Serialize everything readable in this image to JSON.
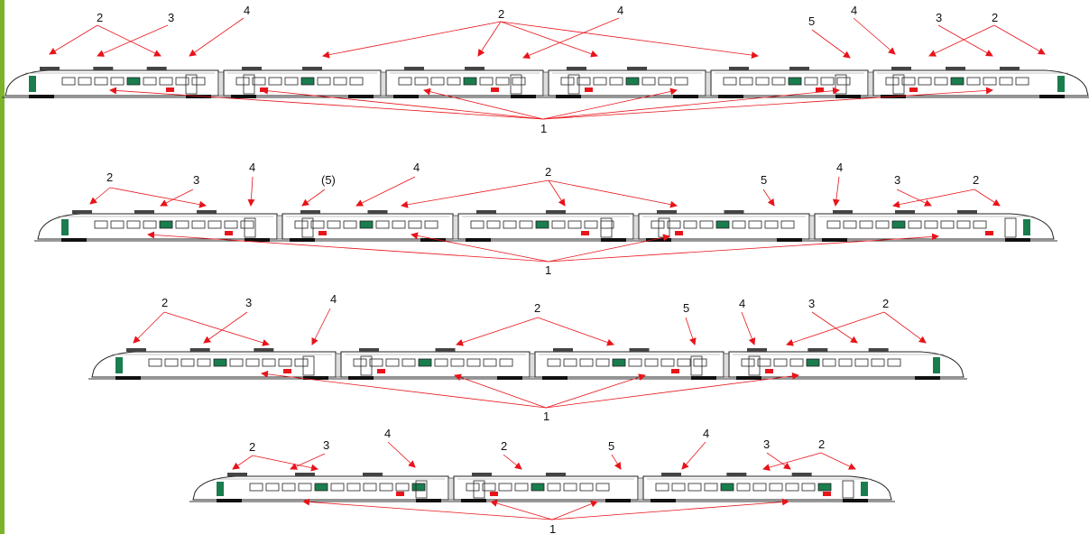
{
  "colors": {
    "accent_bar": "#7cb32b",
    "leader_line": "#e8141a",
    "marker": "#e8141a",
    "door_panel": "#1a7d4e",
    "car_outline": "#222222",
    "roof_equipment": "#444444"
  },
  "trains": [
    {
      "id": "train-6-car",
      "car_count": 6,
      "labels": [
        "2",
        "3",
        "4",
        "2",
        "4",
        "5",
        "4",
        "3",
        "2",
        "1"
      ]
    },
    {
      "id": "train-5-car",
      "car_count": 5,
      "labels": [
        "2",
        "3",
        "4",
        "(5)",
        "4",
        "2",
        "5",
        "4",
        "3",
        "2",
        "1"
      ]
    },
    {
      "id": "train-4-car",
      "car_count": 4,
      "labels": [
        "2",
        "3",
        "4",
        "2",
        "5",
        "4",
        "3",
        "2",
        "1"
      ]
    },
    {
      "id": "train-3-car",
      "car_count": 3,
      "labels": [
        "2",
        "3",
        "4",
        "2",
        "5",
        "4",
        "3",
        "2",
        "1"
      ]
    }
  ]
}
